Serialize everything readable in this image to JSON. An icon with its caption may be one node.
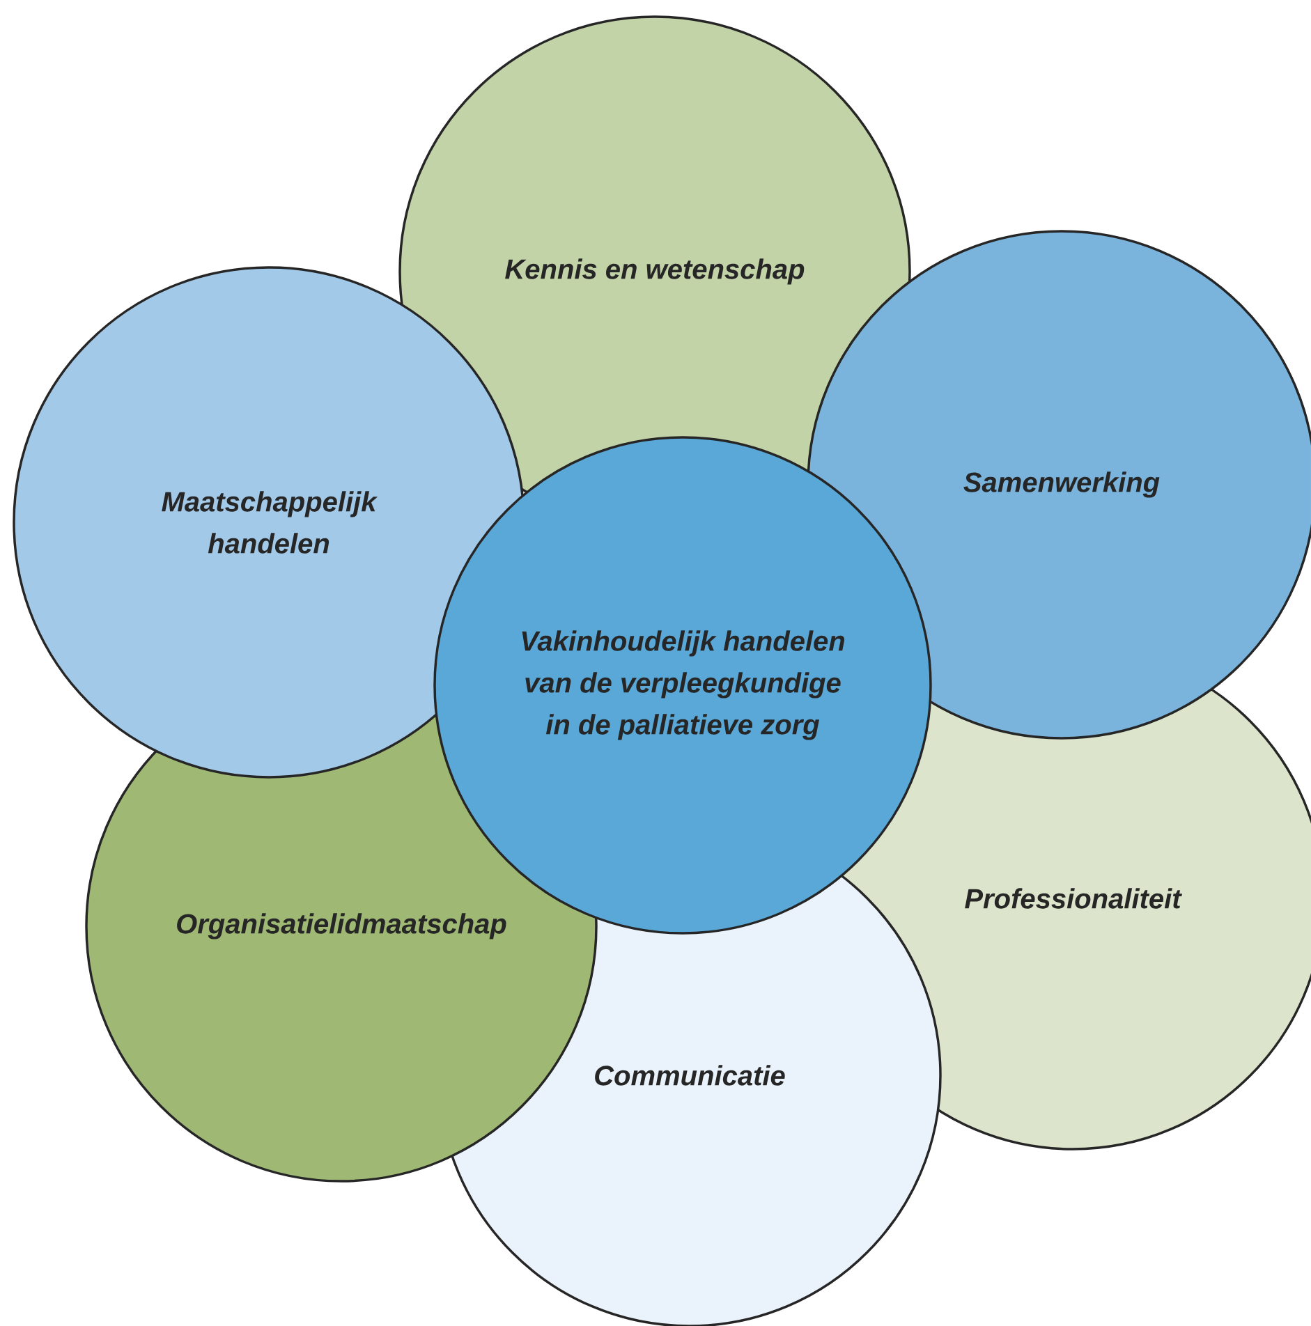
{
  "diagram": {
    "nodes": [
      {
        "text": [
          "Kennis en wetenschap"
        ]
      },
      {
        "text": [
          "Maatschappelijk handelen"
        ]
      },
      {
        "text": [
          "Samenwerking"
        ]
      },
      {
        "text": [
          "Vakinhoudelijk handelen van de verpleegkundige in de palliatieve zorg"
        ]
      },
      {
        "text": [
          "Professionaliteit"
        ]
      },
      {
        "text": [
          "Organisatielidmaatschap"
        ]
      },
      {
        "text": [
          "Communicatie"
        ]
      }
    ]
  }
}
